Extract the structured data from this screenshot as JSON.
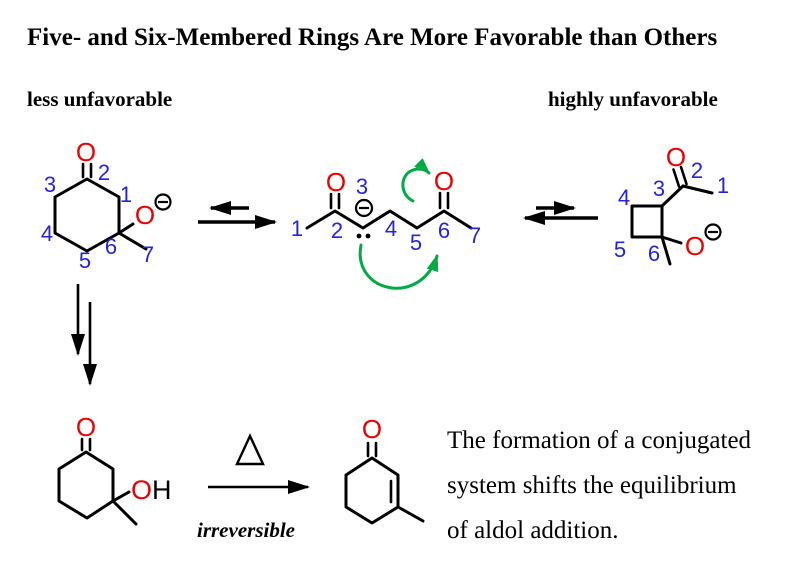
{
  "title": "Five- and Six-Membered Rings Are More Favorable than Others",
  "header": {
    "left_label": "less unfavorable",
    "right_label": "highly unfavorable"
  },
  "colors": {
    "oxygen_red": "#ee0000",
    "number_blue": "#2424e0",
    "arrow_green": "#00ab44",
    "ink_black": "#000000",
    "background": "#ffffff"
  },
  "scheme": {
    "six_ring": {
      "n1": "1",
      "n2": "2",
      "n3": "3",
      "n4": "4",
      "n5": "5",
      "n6": "6",
      "n7": "7",
      "carbonyl_o": "O",
      "alkoxide_o": "O",
      "charge": "⊖"
    },
    "chain": {
      "n1": "1",
      "n2": "2",
      "n3": "3",
      "n4": "4",
      "n5": "5",
      "n6": "6",
      "n7": "7",
      "left_o": "O",
      "right_o": "O",
      "charge": "⊖"
    },
    "four_ring": {
      "n1": "1",
      "n2": "2",
      "n3": "3",
      "n4": "4",
      "n5": "5",
      "n6": "6",
      "carbonyl_o": "O",
      "alkoxide_o": "O",
      "charge": "⊖"
    },
    "ketol": {
      "carbonyl_o": "O",
      "hydroxyl_o": "O",
      "hydroxyl_h": "H"
    },
    "enone": {
      "carbonyl_o": "O"
    }
  },
  "reaction": {
    "heat_symbol": "Δ",
    "irreversible_label": "irreversible"
  },
  "caption": {
    "line1": "The formation of a conjugated",
    "line2": "system shifts the equilibrium",
    "line3": "of aldol addition."
  }
}
